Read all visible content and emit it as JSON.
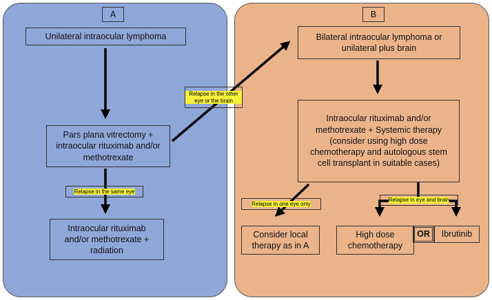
{
  "colors": {
    "panel_a": "#8fa6d8",
    "panel_b": "#eab38a",
    "highlight": "#f5f03a"
  },
  "panel_a": {
    "label": "A",
    "start": "Unilateral intraocular lymphoma",
    "treatment": "Pars plana vitrectomy + intraocular rituximab and/or methotrexate",
    "relapse_label": "Relapse in the same eye",
    "relapse_treatment": "Intraocular rituximab and/or methotrexate + radiation"
  },
  "cross_label": "Relapse in the other eye or the brain",
  "panel_b": {
    "label": "B",
    "start": "Bilateral intraocular lymphoma or unilateral plus brain",
    "treatment": "Intraocular rituximab and/or methotrexate + Systemic therapy (consider using high dose chemotherapy and autologous stem cell transplant in suitable cases)",
    "relapse_one_label": "Relapse in one eye only",
    "relapse_one_treatment": "Consider local therapy as in A",
    "relapse_brain_label": "Relapse in eye  and brain",
    "option_1": "High dose chemotherapy",
    "or": "OR",
    "option_2": "Ibrutinib"
  }
}
